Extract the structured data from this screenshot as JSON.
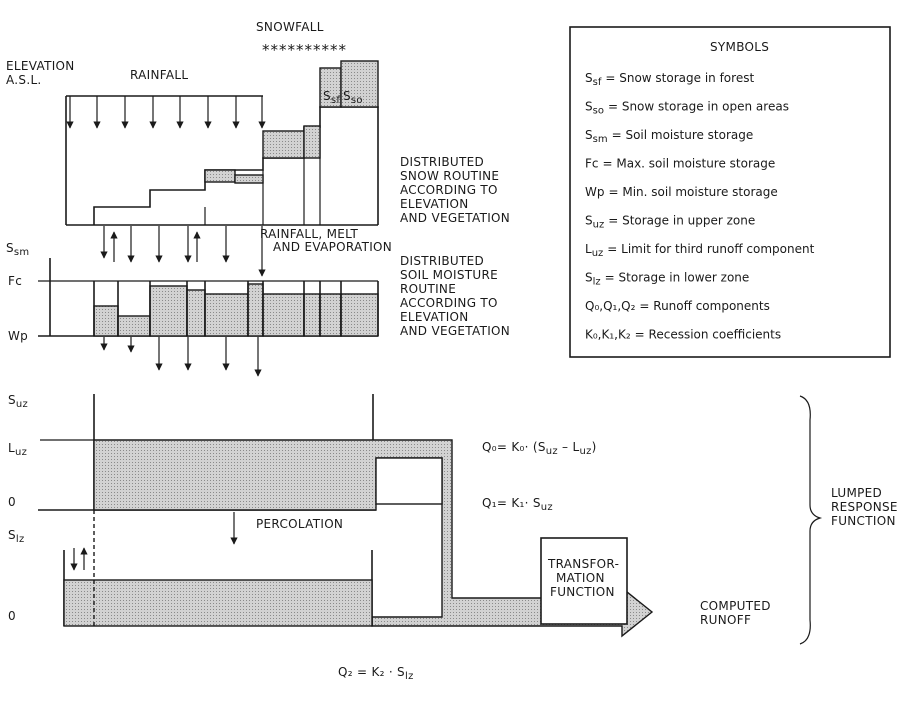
{
  "labels": {
    "snowfall": "SNOWFALL",
    "stars": "**********",
    "elevation_1": "ELEVATION",
    "elevation_2": "A.S.L.",
    "rainfall": "RAINFALL",
    "ssf_small": "S",
    "ssf_sub": "sf",
    "sso_small": "S",
    "sso_sub": "so",
    "snow_routine": [
      "DISTRIBUTED",
      "SNOW ROUTINE",
      "ACCORDING TO",
      "ELEVATION",
      "AND VEGETATION"
    ],
    "rain_melt": [
      "RAINFALL, MELT",
      "AND EVAPORATION"
    ],
    "soil_routine": [
      "DISTRIBUTED",
      "SOIL MOISTURE",
      "ROUTINE",
      "ACCORDING TO",
      "ELEVATION",
      "AND VEGETATION"
    ],
    "ssm_axis": "S",
    "ssm_sub": "sm",
    "fc_axis": "Fc",
    "wp_axis": "Wp",
    "suz_axis": "S",
    "suz_sub": "uz",
    "luz_axis": "L",
    "luz_sub": "uz",
    "zero_upper": "0",
    "slz_axis": "S",
    "slz_sub": "lz",
    "zero_lower": "0",
    "percolation": "PERCOLATION",
    "q0_eq": "Q₀= K₀· (S",
    "q0_eq_uz": "uz",
    "q0_eq_mid": " – L",
    "q0_eq_luz": "uz",
    "q0_eq_end": ")",
    "q1_eq": "Q₁= K₁· S",
    "q1_eq_sub": "uz",
    "transform": [
      "TRANSFOR-",
      "MATION",
      "FUNCTION"
    ],
    "computed": [
      "COMPUTED",
      "RUNOFF"
    ],
    "lumped": [
      "LUMPED",
      "RESPONSE",
      "FUNCTION"
    ],
    "q2_eq": "Q₂ = K₂ · S",
    "q2_eq_sub": "lz"
  },
  "symbols": {
    "title": "SYMBOLS",
    "items": [
      {
        "sym": "S",
        "sub": "sf",
        "desc": "= Snow storage in forest"
      },
      {
        "sym": "S",
        "sub": "so",
        "desc": "= Snow storage in open areas"
      },
      {
        "sym": "S",
        "sub": "sm",
        "desc": "= Soil moisture storage"
      },
      {
        "sym": "Fc",
        "sub": "",
        "desc": "= Max. soil moisture storage"
      },
      {
        "sym": "Wp",
        "sub": "",
        "desc": "= Min. soil moisture storage"
      },
      {
        "sym": "S",
        "sub": "uz",
        "desc": "= Storage in upper zone"
      },
      {
        "sym": "L",
        "sub": "uz",
        "desc": "= Limit for third runoff component"
      },
      {
        "sym": "S",
        "sub": "lz",
        "desc": "= Storage in lower zone"
      },
      {
        "sym": "Q₀,Q₁,Q₂",
        "sub": "",
        "desc": "= Runoff components"
      },
      {
        "sym": "K₀,K₁,K₂",
        "sub": "",
        "desc": "= Recession coefficients"
      }
    ]
  }
}
